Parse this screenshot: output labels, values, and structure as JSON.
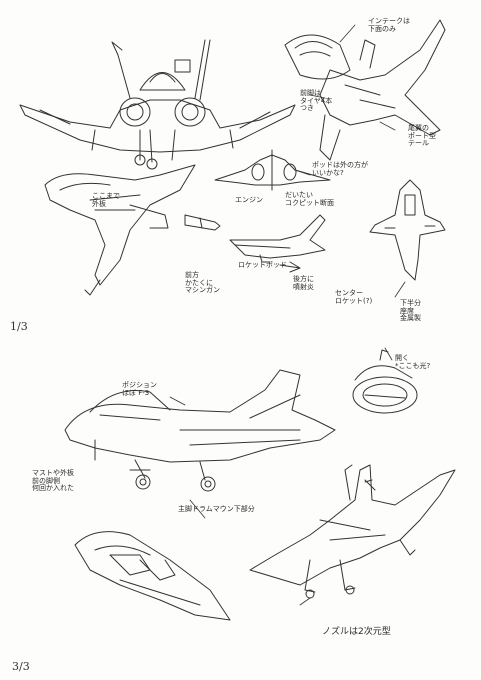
{
  "annotations": {
    "intake": "インテークは\n下面のみ",
    "landing_gear": "前脚は\nタイヤ4本\nつき",
    "tail": "尾翼の\nポート型\nテール",
    "pod_front": "ポッドは外の方が\nいいかな?",
    "engine": "エンジン",
    "same_wing": "だいたい\nコクピット断面",
    "nose": "ここまで\n外板",
    "rocket_pod": "ロケットポッド",
    "front_missile": "前方\nかたくに\nマシンガン",
    "back_jet": "後方に\n噴射炎",
    "center_rocket": "センター\nロケット(?)",
    "lower_half": "下半分\n座席\n金属製",
    "pos_nose": "ポジション\nほぼ F-3",
    "side_note": "マストや外板\n前の脚側\n何回か入れた",
    "main_gear": "主脚ドラムマウン下部分",
    "canopy_note": "開く\n*ここも光?",
    "nozzle": "ノズルは2次元型"
  },
  "page_numbers": {
    "top": "1/3",
    "bottom": "3/3"
  }
}
